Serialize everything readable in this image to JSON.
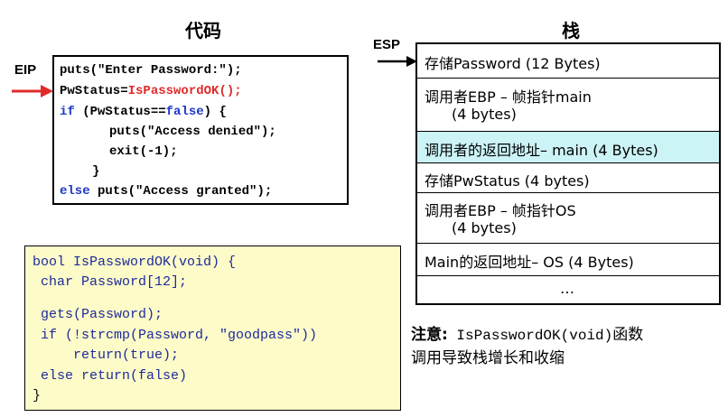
{
  "titles": {
    "code": "代码",
    "stack": "栈"
  },
  "registers": {
    "eip": "EIP",
    "esp": "ESP"
  },
  "code_box": {
    "line1": "puts(\"Enter Password:\");",
    "line2_a": "PwStatus=",
    "line2_b": "IsPasswordOK();",
    "line3_kw": "if",
    "line3_a": " (PwStatus==",
    "line3_kw2": "false",
    "line3_b": ") {",
    "line4": "puts(\"Access denied\");",
    "line5": "exit(-1);",
    "line6": "}",
    "line7_kw": "else",
    "line7_b": " puts(\"Access granted\");"
  },
  "stack_cells": [
    {
      "line1": "存储Password (12 Bytes)",
      "line2": "",
      "highlight": false
    },
    {
      "line1": "调用者EBP – 帧指针main",
      "line2": "(4 bytes)",
      "highlight": false
    },
    {
      "line1": "调用者的返回地址– main (4 Bytes)",
      "line2": "",
      "highlight": true
    },
    {
      "line1": "存储PwStatus (4 bytes)",
      "line2": "",
      "highlight": false
    },
    {
      "line1": "调用者EBP – 帧指针OS",
      "line2": "(4 bytes)",
      "highlight": false
    },
    {
      "line1": "Main的返回地址– OS (4 Bytes)",
      "line2": "",
      "highlight": false
    },
    {
      "line1": "…",
      "line2": "",
      "highlight": false
    }
  ],
  "source_box": {
    "l1": "bool IsPasswordOK(void) {",
    "l2": " char Password[12];",
    "l3": " gets(Password);",
    "l4": " if (!strcmp(Password, \"goodpass\"))",
    "l5": "     return(true);",
    "l6": " else return(false)",
    "l7": "}"
  },
  "note": {
    "label": "注意:",
    "func": " IsPasswordOK(void)",
    "text1": "函数",
    "text2": "调用导致栈增长和收缩"
  },
  "colors": {
    "keyword": "#1f39c8",
    "call_red": "#e02a2a",
    "highlight": "#ccf3f6",
    "note_box": "#fdfcc8"
  }
}
